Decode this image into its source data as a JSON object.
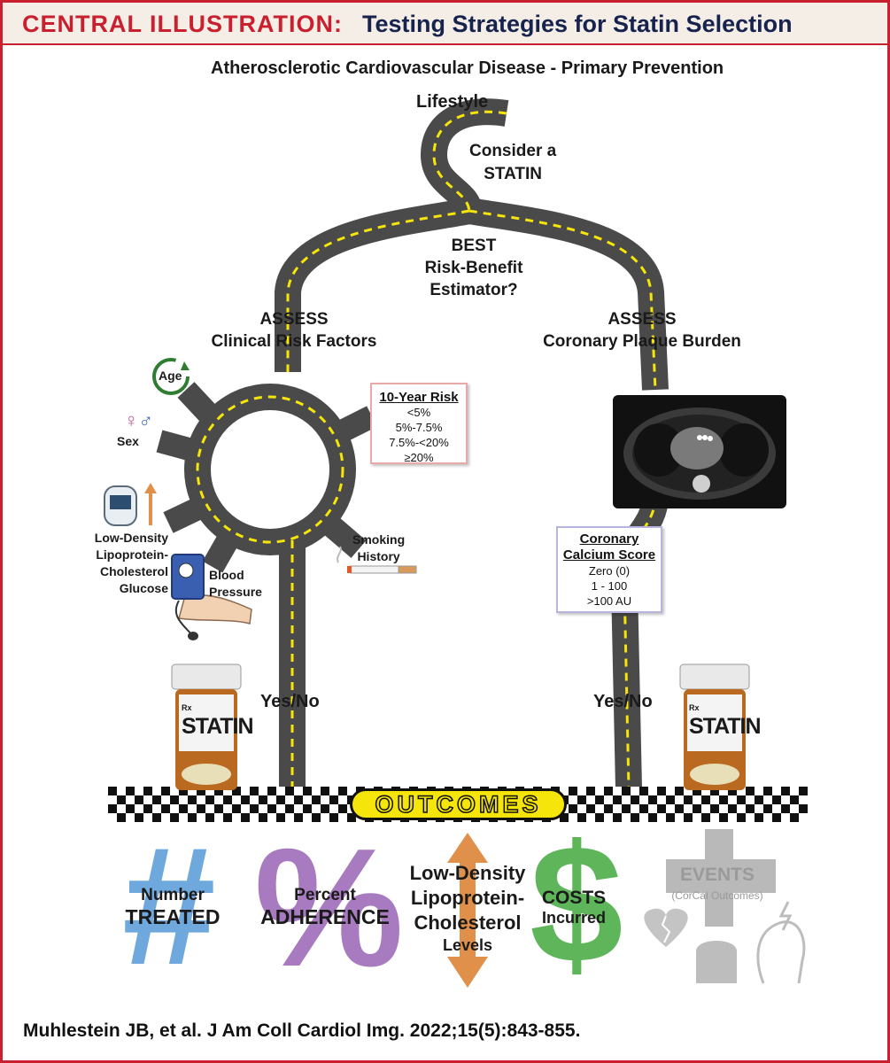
{
  "header": {
    "label": "CENTRAL ILLUSTRATION:",
    "title": "Testing Strategies for Statin Selection"
  },
  "diagram": {
    "top_title": "Atherosclerotic Cardiovascular Disease - Primary Prevention",
    "lifestyle": "Lifestyle",
    "consider": [
      "Consider a",
      "STATIN"
    ],
    "estimator": [
      "BEST",
      "Risk-Benefit",
      "Estimator?"
    ],
    "left_branch": {
      "head": "ASSESS",
      "sub": "Clinical Risk Factors"
    },
    "right_branch": {
      "head": "ASSESS",
      "sub": "Coronary Plaque Burden"
    },
    "factors": {
      "age": "Age",
      "sex": "Sex",
      "ldl": [
        "Low-Density",
        "Lipoprotein-",
        "Cholesterol",
        "Glucose"
      ],
      "bp": [
        "Blood",
        "Pressure"
      ],
      "smoking": [
        "Smoking",
        "History"
      ]
    },
    "risk_box": {
      "title": "10-Year Risk",
      "items": [
        "<5%",
        "5%-7.5%",
        "7.5%-<20%",
        "≥20%"
      ]
    },
    "calcium_box": {
      "title": [
        "Coronary",
        "Calcium Score"
      ],
      "items": [
        "Zero (0)",
        "1 - 100",
        ">100 AU"
      ]
    },
    "decision_left": "Yes/No",
    "decision_right": "Yes/No",
    "bottle_label": "STATIN",
    "bottle_rx": "Rx",
    "outcomes_banner": "OUTCOMES",
    "outcomes": {
      "number": {
        "glyph": "#",
        "top": "Number",
        "bottom": "TREATED"
      },
      "percent": {
        "glyph": "%",
        "top": "Percent",
        "bottom": "ADHERENCE"
      },
      "ldl": {
        "lines": [
          "Low-Density",
          "Lipoprotein-",
          "Cholesterol"
        ],
        "bottom": "Levels"
      },
      "costs": {
        "glyph": "$",
        "top": "COSTS",
        "bottom": "Incurred"
      },
      "events": {
        "top": "EVENTS",
        "bottom": "(CorCal Outcomes)"
      }
    }
  },
  "footer": {
    "citation": "Muhlestein JB, et al. J Am Coll Cardiol Img. 2022;15(5):843-855."
  },
  "colors": {
    "accent_red": "#c8202f",
    "navy": "#17234f",
    "road": "#4a4a4a",
    "lane": "#f5e50b",
    "blue": "#6fa8dc",
    "purple": "#a87bc0",
    "orange": "#e0904a",
    "green": "#5fb55a",
    "gray": "#b9b9b9"
  }
}
